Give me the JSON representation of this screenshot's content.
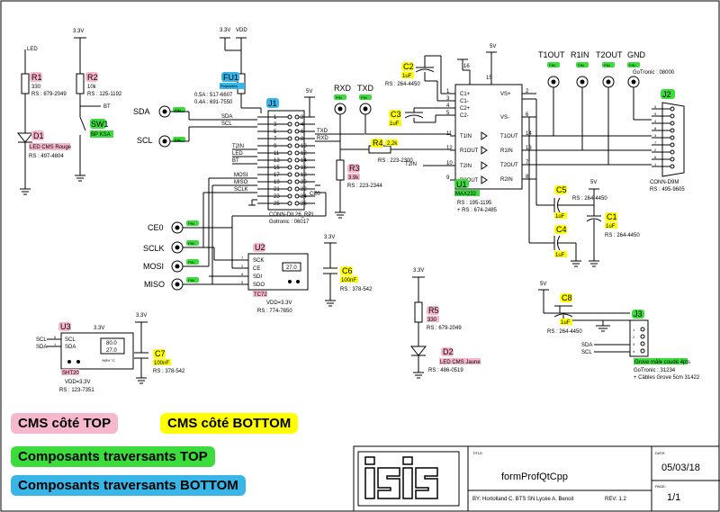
{
  "refs": {
    "R1": "R1",
    "R2": "R2",
    "R3": "R3",
    "R4": "R4",
    "R5": "R5",
    "C1": "C1",
    "C2": "C2",
    "C3": "C3",
    "C4": "C4",
    "C5": "C5",
    "C6": "C6",
    "C7": "C7",
    "C8": "C8",
    "D1": "D1",
    "D2": "D2",
    "SW1": "SW1",
    "FU1": "FU1",
    "J1": "J1",
    "J2": "J2",
    "J3": "J3",
    "U1": "U1",
    "U2": "U2",
    "U3": "U3"
  },
  "values": {
    "R1": "330",
    "R2": "10k",
    "R3": "3.9k",
    "R4": "2.2k",
    "R5": "330",
    "C1": "1uF",
    "C2": "1uF",
    "C3": "1uF",
    "C4": "1uF",
    "C5": "1uF",
    "C6": "100nF",
    "C7": "100nF",
    "C8": "1uF",
    "D1": "LED CMS Rouge",
    "D2": "LED CMS Jaune",
    "SW1": "BP KSA",
    "FU1": "Polyswitch",
    "U1": "MAX232",
    "U2": "TC72",
    "U3": "SHT20",
    "J2": "CONN-D9M",
    "J1": "CONN-DIL26_RPI",
    "J3": "Grove mâle coudé 4pts"
  },
  "rs": {
    "R1": "RS : 679-2049",
    "R2": "RS : 125-1192",
    "D1": "RS : 497-4804",
    "FU1_a": "0.5A : 517-6607",
    "FU1_b": "0.4A : 691-7550",
    "C2": "RS : 264-4450",
    "R3": "RS : 223-2344",
    "R4": "RS : 223-2300",
    "U1_a": "RS : 195-1195",
    "U1_b": "+ RS : 674-2485",
    "J2": "RS : 495-9605",
    "C5": "RS : 264-4450",
    "C1": "RS : 264-4450",
    "C6": "RS : 378-542",
    "U2": "RS : 774-7850",
    "R5": "RS : 679-2049",
    "D2": "RS : 486-0519",
    "C8": "RS : 264-4450",
    "C7": "RS : 378-542",
    "U3": "RS : 123-7351",
    "J1": "Gotronic : 06017",
    "J2_got": "GoTronic : 08000",
    "J3_a": "GoTronic : 31234",
    "J3_b": "+ Câbles Grove 5cm 31422"
  },
  "notes": {
    "U2_vdd": "VDD=3.3V",
    "U3_vdd": "VDD=3.3V"
  },
  "power": {
    "v33": "3.3V",
    "vdd": "VDD",
    "v5": "5V"
  },
  "nets": {
    "LED": "LED",
    "BT": "BT",
    "SDA": "SDA",
    "SCL": "SCL",
    "TXD": "TXD",
    "RXD": "RXD",
    "T2IN": "T2IN",
    "MOSI": "MOSI",
    "MISO": "MISO",
    "SCLK": "SCLK",
    "CE0": "CE0"
  },
  "terminals": {
    "SDA": "SDA",
    "SCL": "SCL",
    "RXD": "RXD",
    "TXD": "TXD",
    "T1OUT": "T1OUT",
    "R1IN": "R1IN",
    "T2OUT": "T2OUT",
    "GND": "GND",
    "CE0": "CE0",
    "SCLK": "SCLK",
    "MOSI": "MOSI",
    "MISO": "MISO",
    "PIN": "PIN"
  },
  "max232": {
    "left": [
      "C1+",
      "C1-",
      "C2+",
      "C2-",
      "T1IN",
      "R1OUT",
      "T2IN",
      "R2OUT"
    ],
    "right": [
      "VS+",
      "VS-",
      "T1OUT",
      "R1IN",
      "T2OUT",
      "R2IN"
    ],
    "left_nums": [
      "1",
      "3",
      "4",
      "5",
      "11",
      "12",
      "10",
      "9"
    ],
    "right_nums": [
      "2",
      "6",
      "14",
      "13",
      "7",
      "8"
    ],
    "top_nums": [
      "16",
      "15"
    ]
  },
  "j1_pins": {
    "left": [
      "1",
      "3",
      "5",
      "7",
      "9",
      "11",
      "13",
      "15",
      "17",
      "19",
      "21",
      "23",
      "25"
    ],
    "right": [
      "2",
      "4",
      "6",
      "8",
      "10",
      "12",
      "14",
      "16",
      "18",
      "20",
      "22",
      "24",
      "26"
    ]
  },
  "tc72": {
    "pins": [
      "SCK",
      "CE",
      "SDI",
      "SDO"
    ],
    "nums": [
      "7",
      "2",
      "6",
      "5"
    ],
    "display": "27.0"
  },
  "sht20": {
    "pins": [
      "SCL",
      "SDA"
    ],
    "nums": [
      "6",
      "1"
    ],
    "line1": "80.0",
    "line2": "27.0",
    "units": "%RH  °C"
  },
  "grove": {
    "pins": [
      "1",
      "2",
      "3",
      "4"
    ]
  },
  "d9": {
    "pins": [
      "5",
      "9",
      "4",
      "8",
      "3",
      "7",
      "2",
      "6",
      "1"
    ]
  },
  "legend": {
    "cms_top": "CMS côté TOP",
    "cms_bottom": "CMS côté BOTTOM",
    "trav_top": "Composants traversants TOP",
    "trav_bottom": "Composants traversants BOTTOM"
  },
  "colors": {
    "pink": "#f7b7cc",
    "yellow": "#ffff00",
    "green": "#3ddc3d",
    "blue": "#38b6e8",
    "wire": "#000000"
  },
  "title_block": {
    "title_label": "TITLE:",
    "title": "formProfQtCpp",
    "date_label": "DATE:",
    "date": "05/03/18",
    "page_label": "PAGE:",
    "page": "1/1",
    "by": "BY: Hortolland C. BTS SN Lycée A. Benoit",
    "rev": "REV: 1.2",
    "logo": "isis"
  }
}
